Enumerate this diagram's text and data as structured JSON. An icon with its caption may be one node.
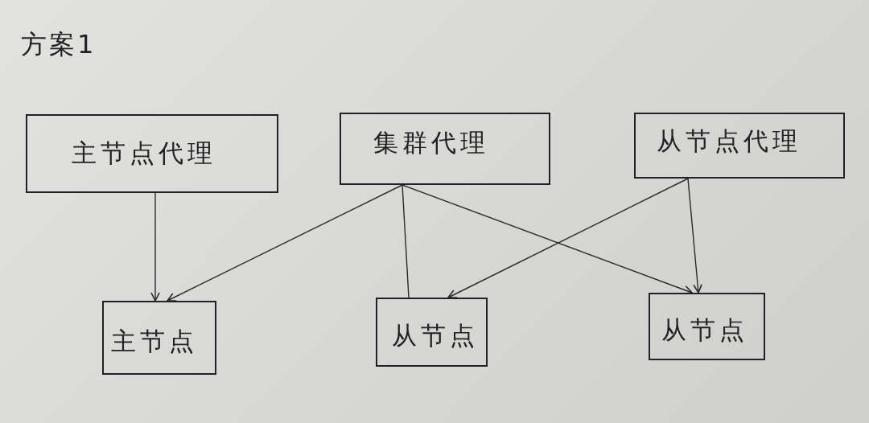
{
  "diagram": {
    "title": "方案1",
    "nodes": [
      {
        "text": [
          "主节点代理"
        ]
      },
      {
        "text": [
          "集群代理"
        ]
      },
      {
        "text": [
          "从节点代理"
        ]
      },
      {
        "text": [
          "主节点"
        ]
      },
      {
        "text": [
          "从节点"
        ]
      },
      {
        "text": [
          "从节点"
        ]
      }
    ],
    "edges": [
      {
        "from": 0,
        "to": 3,
        "arrow": "to"
      },
      {
        "from": 1,
        "to": 3,
        "arrow": "to"
      },
      {
        "from": 1,
        "to": 4,
        "arrow": "none"
      },
      {
        "from": 1,
        "to": 5,
        "arrow": "to"
      },
      {
        "from": 2,
        "to": 4,
        "arrow": "to"
      },
      {
        "from": 2,
        "to": 5,
        "arrow": "to"
      }
    ]
  }
}
